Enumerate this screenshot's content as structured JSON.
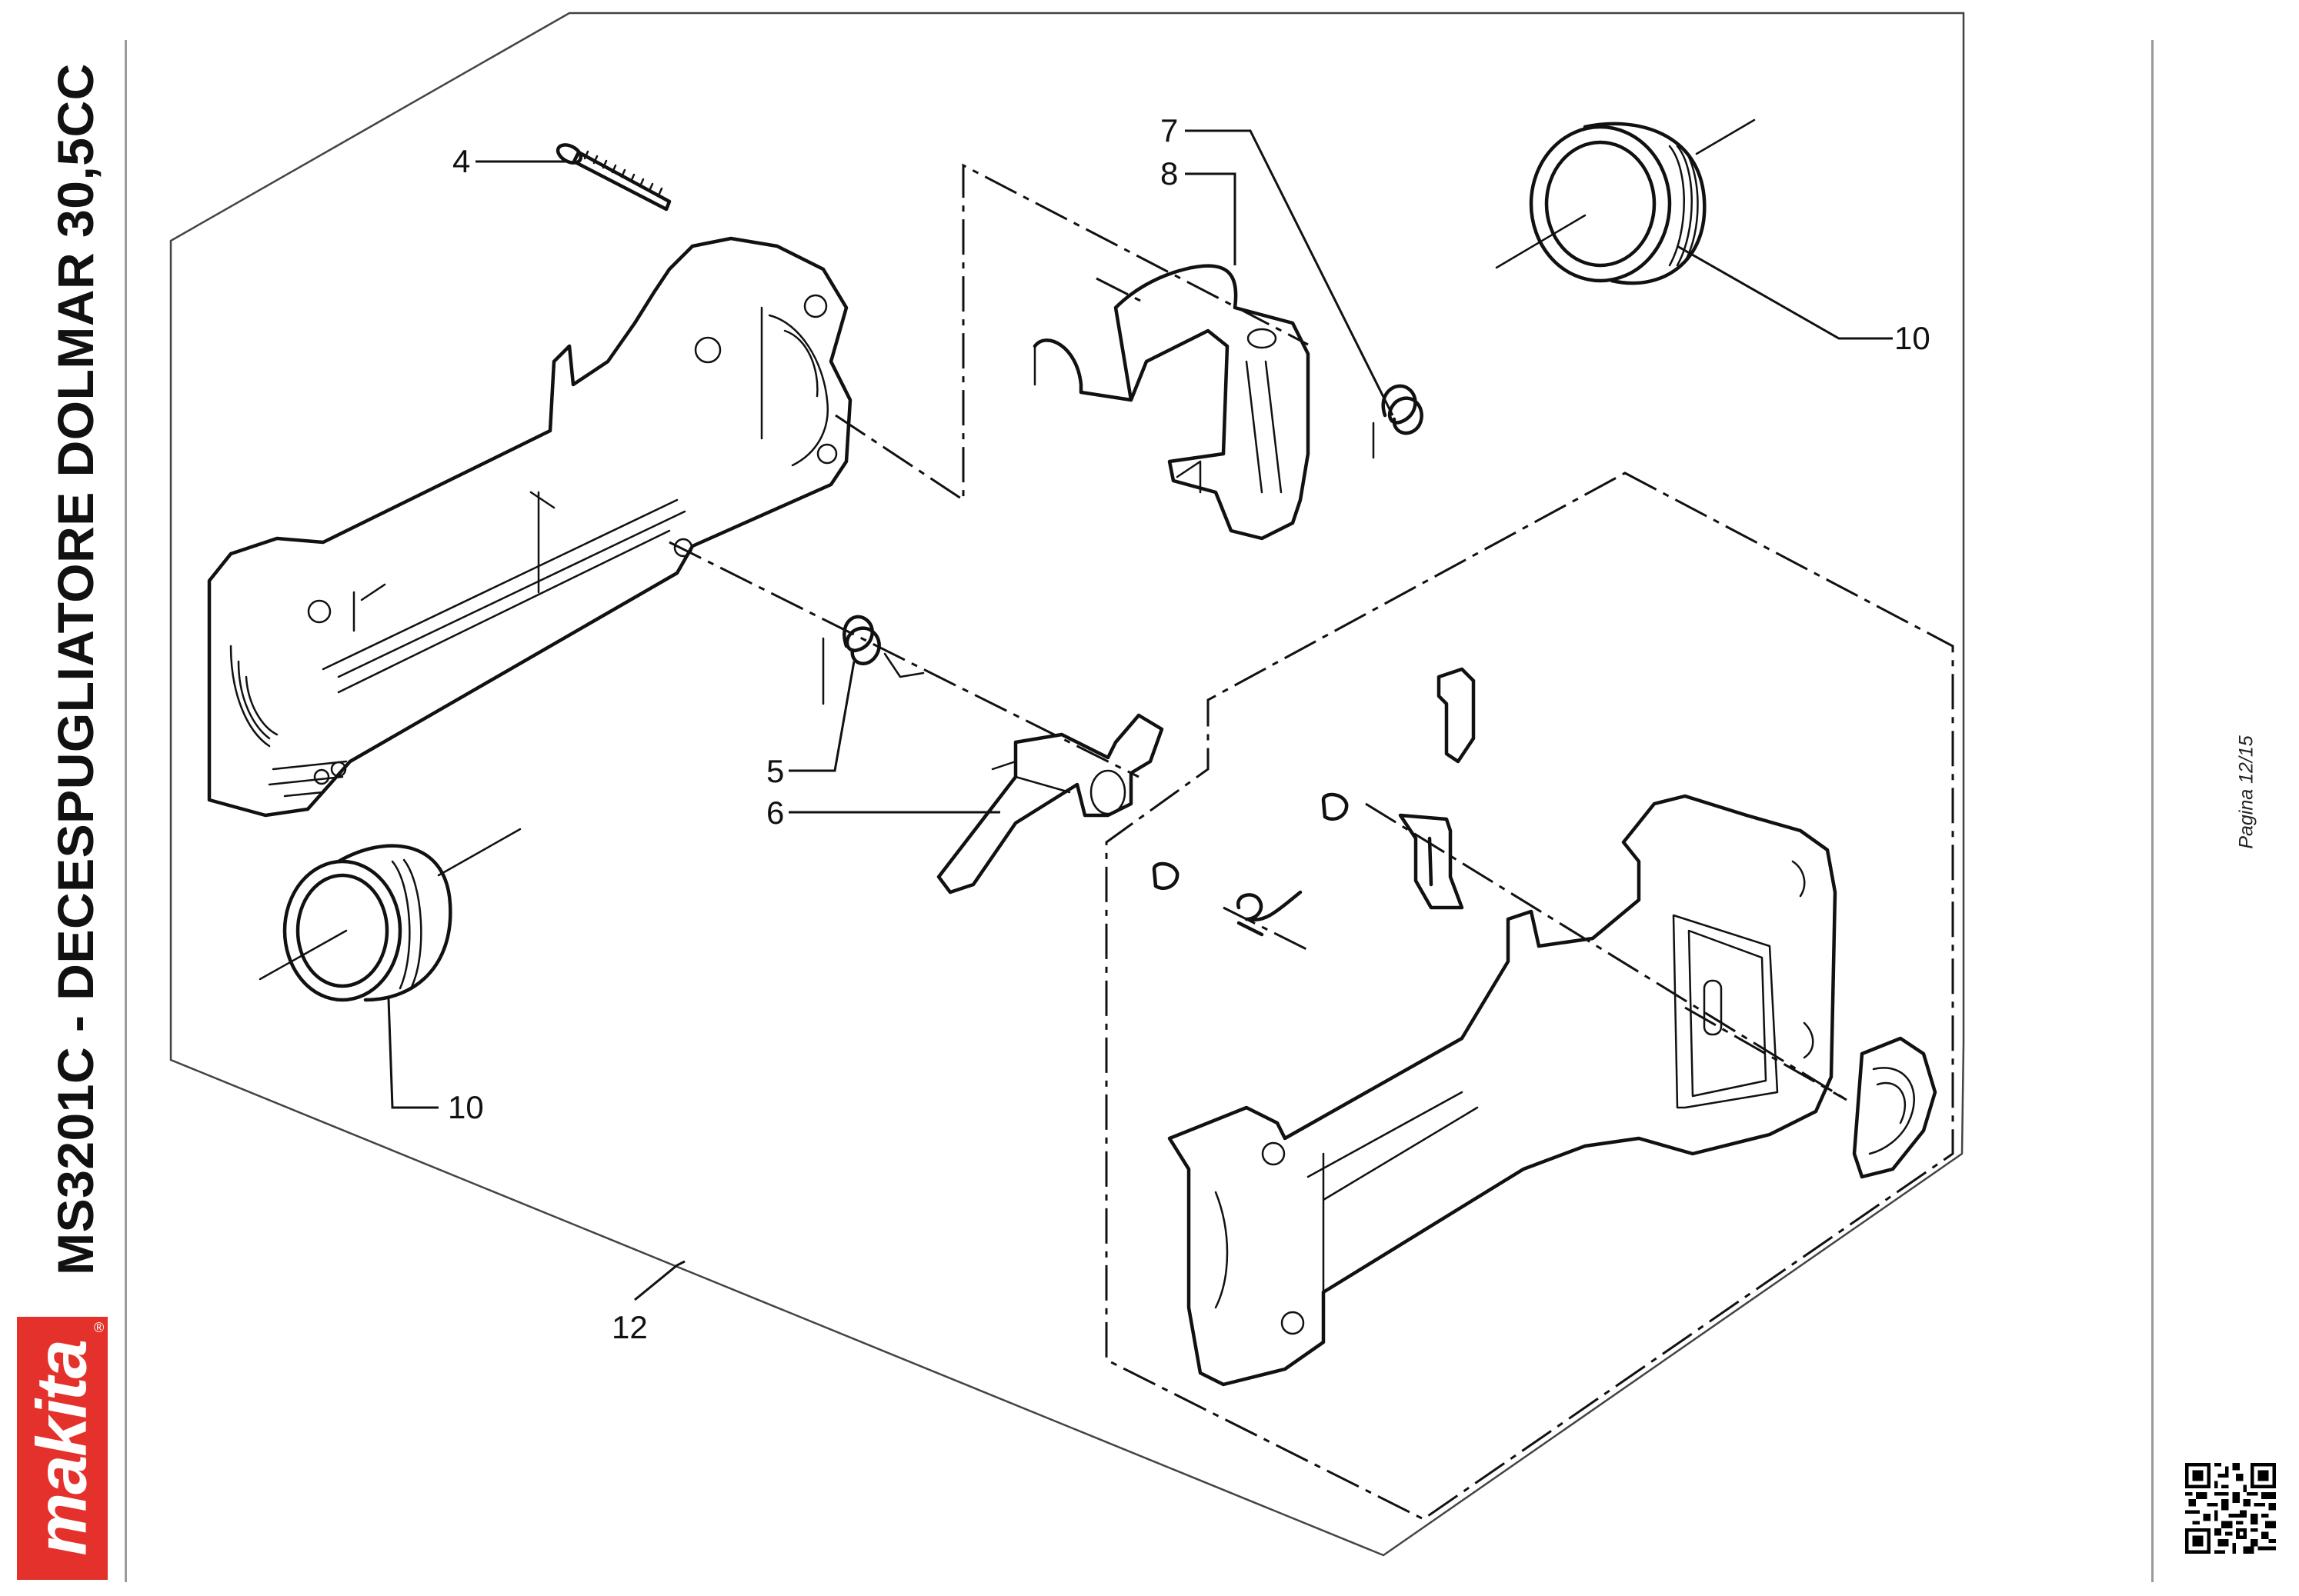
{
  "brand": {
    "name": "makita",
    "color": "#e4312b"
  },
  "header": {
    "title": "MS3201C - DECESPUGLIATORE DOLMAR 30,5CC"
  },
  "footer": {
    "page": "Pagina 12/15"
  },
  "callouts": {
    "c4": "4",
    "c5": "5",
    "c6": "6",
    "c7": "7",
    "c8": "8",
    "c10a": "10",
    "c10b": "10",
    "c12": "12"
  },
  "icons": {
    "logo": "makita-logo",
    "qr": "qr-code-icon"
  }
}
